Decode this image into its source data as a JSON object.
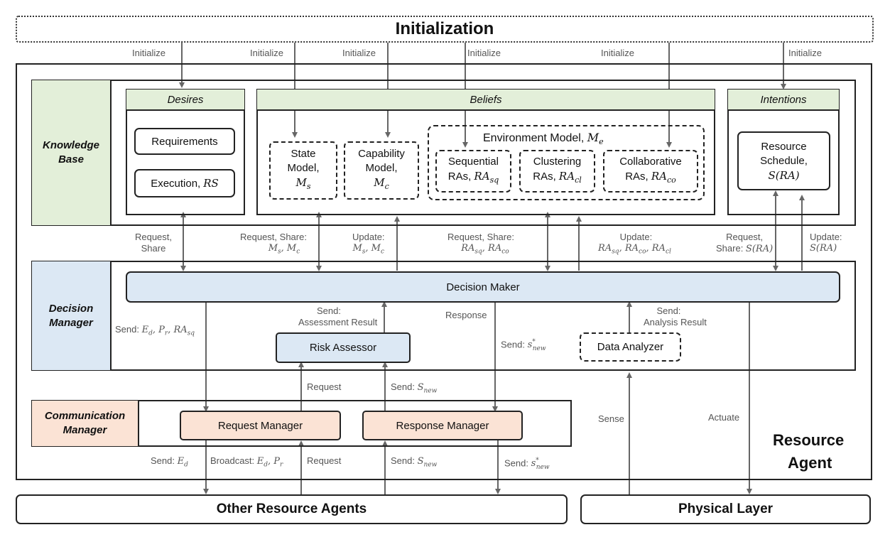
{
  "initialization": "Initialization",
  "initialize_label": "Initialize",
  "resource_agent": [
    "Resource",
    "Agent"
  ],
  "other_agents": "Other Resource Agents",
  "physical_layer": "Physical Layer",
  "knowledge_base": {
    "label": [
      "Knowledge",
      "Base"
    ],
    "desires": {
      "title": "Desires",
      "items": [
        "Requirements",
        "Execution, "
      ],
      "execution_var": "RS"
    },
    "beliefs": {
      "title": "Beliefs",
      "state_model": [
        "State",
        "Model,",
        "M"
      ],
      "state_sub": "s",
      "capability_model": [
        "Capability",
        "Model,",
        "M"
      ],
      "capability_sub": "c",
      "environment_model": "Environment Model, ",
      "env_var": "M",
      "env_sub": "e",
      "sequential": [
        "Sequential",
        "RAs, ",
        "RA",
        "sq"
      ],
      "clustering": [
        "Clustering",
        "RAs, ",
        "RA",
        "cl"
      ],
      "collaborative": [
        "Collaborative",
        "RAs, ",
        "RA",
        "co"
      ]
    },
    "intentions": {
      "title": "Intentions",
      "items": [
        "Resource",
        "Schedule,",
        "S(RA)"
      ]
    }
  },
  "decision_manager": {
    "label": [
      "Decision",
      "Manager"
    ],
    "decision_maker": "Decision Maker",
    "risk_assessor": "Risk Assessor",
    "data_analyzer": "Data Analyzer"
  },
  "communication_manager": {
    "label": [
      "Communication",
      "Manager"
    ],
    "request_manager": "Request Manager",
    "response_manager": "Response Manager"
  },
  "labels": {
    "request_share": [
      "Request,",
      "Share"
    ],
    "request_share_m": "Request, Share:",
    "update": "Update:",
    "request_share_ra": "Request, Share:",
    "update_ra": "Update:",
    "request_share_s": [
      "Request,",
      "Share: "
    ],
    "update_s": "Update:",
    "send_assess": [
      "Send:",
      "Assessment Result"
    ],
    "response": "Response",
    "send_analysis": [
      "Send:",
      "Analysis Result"
    ],
    "send_ed": "Send: ",
    "send_snew_star": "Send: ",
    "request": "Request",
    "send_snew": "Send: ",
    "sense": "Sense",
    "actuate": "Actuate",
    "broadcast": "Broadcast: "
  }
}
